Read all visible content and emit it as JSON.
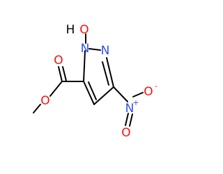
{
  "molecule": {
    "atoms": {
      "hydroxyl_O": "O",
      "hydroxyl_H": "H",
      "ring_N1": "N",
      "ring_N2": "N",
      "nitro_N": "N",
      "nitro_N_charge": "+",
      "nitro_O_double": "O",
      "nitro_O_single": "O",
      "nitro_O_charge": "-",
      "ester_O_carbonyl": "O",
      "ester_O_methoxy": "O"
    },
    "colors": {
      "bond": "#000000",
      "nitrogen": "#3050F8",
      "oxygen": "#FF0D0D"
    }
  }
}
